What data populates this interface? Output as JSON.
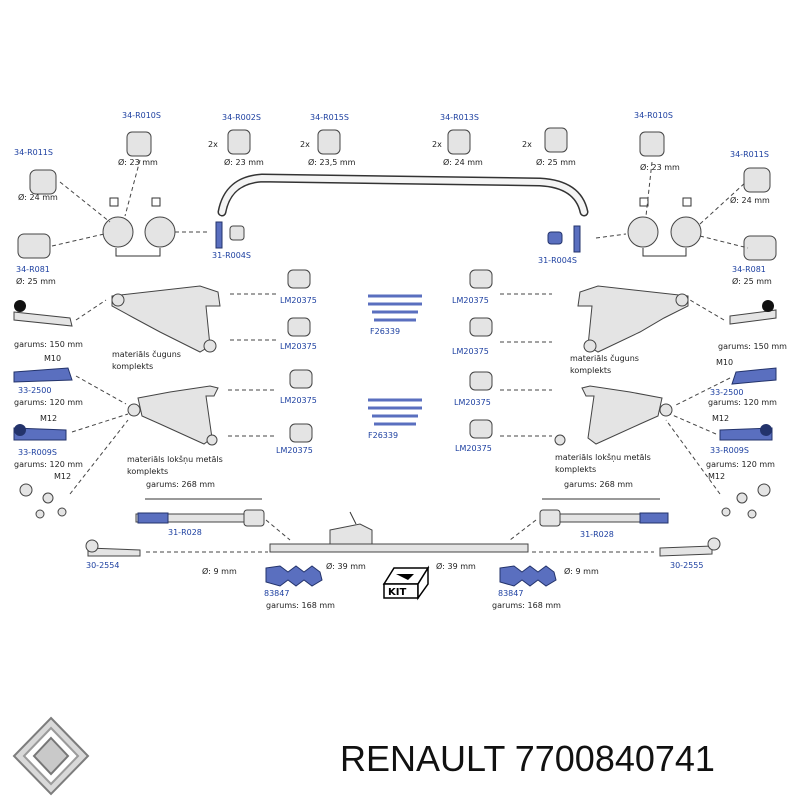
{
  "labels": {
    "l_r010s": "34-R010S",
    "l_r010s_d": "Ø: 23 mm",
    "l_r011s": "34-R011S",
    "l_r011s_d": "Ø: 24 mm",
    "l_r081": "34-R081",
    "l_r081_d": "Ø: 25 mm",
    "t_r002s": "34-R002S",
    "t_r002s_q": "2x",
    "t_r002s_d": "Ø: 23 mm",
    "t_r015s": "34-R015S",
    "t_r015s_q": "2x",
    "t_r015s_d": "Ø: 23,5 mm",
    "t_r013s": "34-R013S",
    "t_r013s_q": "2x",
    "t_r013s_d": "Ø: 24 mm",
    "t_25_q": "2x",
    "t_25_d": "Ø: 25 mm",
    "r_r010s": "34-R010S",
    "r_r010s_d": "Ø: 23 mm",
    "r_r011s": "34-R011S",
    "r_r011s_d": "Ø: 24 mm",
    "r_r081": "34-R081",
    "r_r081_d": "Ø: 25 mm",
    "l_r004s": "31-R004S",
    "r_r004s": "31-R004S",
    "lm1": "LM20375",
    "lm2": "LM20375",
    "lm3": "LM20375",
    "lm4": "LM20375",
    "lm5": "LM20375",
    "lm6": "LM20375",
    "lm7": "LM20375",
    "lm8": "LM20375",
    "f1": "F26339",
    "f2": "F26339",
    "l_g150": "garums: 150 mm",
    "r_g150": "garums: 150 mm",
    "l_cast1": "materiāls čuguns",
    "l_cast2": "komplekts",
    "r_cast1": "materiāls čuguns",
    "r_cast2": "komplekts",
    "l_m10": "M10",
    "l_2500": "33-2500",
    "l_g120a": "garums: 120 mm",
    "r_m10": "M10",
    "r_2500": "33-2500",
    "r_g120a": "garums: 120 mm",
    "l_m12": "M12",
    "l_r009s": "33-R009S",
    "l_g120b": "garums: 120 mm",
    "r_m12": "M12",
    "r_r009s": "33-R009S",
    "r_g120b": "garums: 120 mm",
    "l_sheet1": "materiāls lokšņu metāls",
    "l_sheet2": "komplekts",
    "r_sheet1": "materiāls lokšņu metāls",
    "r_sheet2": "komplekts",
    "l_m12b": "M12",
    "r_m12b": "M12",
    "l_g268": "garums: 268 mm",
    "r_g268": "garums: 268 mm",
    "l_r028": "31-R028",
    "r_r028": "31-R028",
    "l_39": "Ø: 39 mm",
    "r_39": "Ø: 39 mm",
    "l_2554": "30-2554",
    "r_2555": "30-2555",
    "l_9": "Ø: 9 mm",
    "r_9": "Ø: 9 mm",
    "l_83847": "83847",
    "r_83847": "83847",
    "l_g168": "garums: 168 mm",
    "r_g168": "garums: 168 mm",
    "kit": "KIT"
  },
  "footer": {
    "brand": "RENAULT",
    "part_number": "7700840741"
  },
  "icons": [
    "renault-logo-icon",
    "kit-box-icon"
  ]
}
